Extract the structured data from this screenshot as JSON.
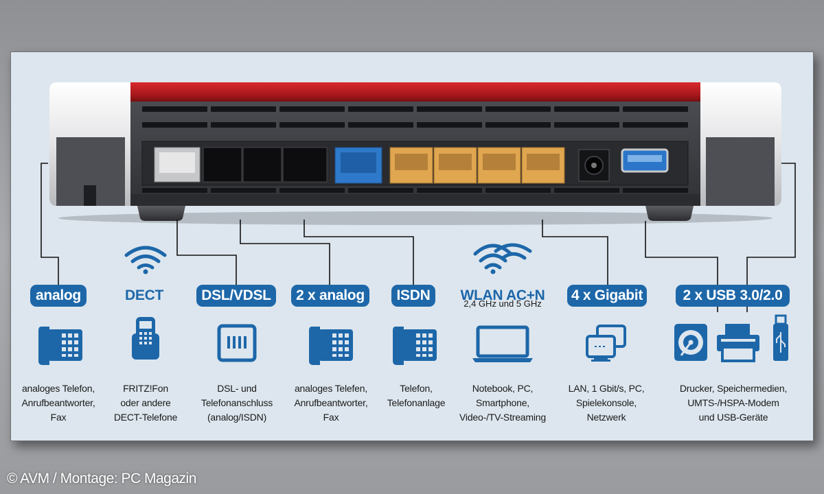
{
  "ports": [
    {
      "id": "analog",
      "label": "analog",
      "subtitle": "",
      "description": [
        "analoges Telefon,",
        "Anrufbeantworter,",
        "Fax"
      ],
      "icon": "desk-phone-icon"
    },
    {
      "id": "dect",
      "label": "DECT",
      "subtitle": "",
      "description": [
        "FRITZ!Fon",
        "oder andere",
        "DECT-Telefone"
      ],
      "icon": "cordless-phone-icon"
    },
    {
      "id": "dsl",
      "label": "DSL/VDSL",
      "subtitle": "",
      "description": [
        "DSL- und",
        "Telefonanschluss",
        "(analog/ISDN)"
      ],
      "icon": "wall-socket-icon"
    },
    {
      "id": "analog2",
      "label": "2 x analog",
      "subtitle": "",
      "description": [
        "analoges Telefen,",
        "Anrufbeantworter,",
        "Fax"
      ],
      "icon": "desk-phone-icon"
    },
    {
      "id": "isdn",
      "label": "ISDN",
      "subtitle": "",
      "description": [
        "Telefon,",
        "Telefonanlage"
      ],
      "icon": "desk-phone-icon"
    },
    {
      "id": "wlan",
      "label": "WLAN AC+N",
      "subtitle": "2,4 GHz und 5 GHz",
      "description": [
        "Notebook, PC,",
        "Smartphone,",
        "Video-/TV-Streaming"
      ],
      "icon": "laptop-icon"
    },
    {
      "id": "gigabit",
      "label": "4 x Gigabit",
      "subtitle": "",
      "description": [
        "LAN, 1 Gbit/s, PC,",
        "Spielekonsole,",
        "Netzwerk"
      ],
      "icon": "network-icon"
    },
    {
      "id": "usb",
      "label": "2 x USB 3.0/2.0",
      "subtitle": "",
      "description": [
        "Drucker, Speichermedien,",
        "UMTS-/HSPA-Modem",
        "und USB-Geräte"
      ],
      "icon": "usb-devices-icon"
    }
  ],
  "copyright": "© AVM / Montage: PC Magazin",
  "colors": {
    "accent_blue": "#1d67a9",
    "router_red": "#b01e23",
    "router_body": "#3f4146",
    "panel_bg": "#dde6ee",
    "lan_port": "#e0a650",
    "dsl_port_blue": "#2e79c9"
  }
}
